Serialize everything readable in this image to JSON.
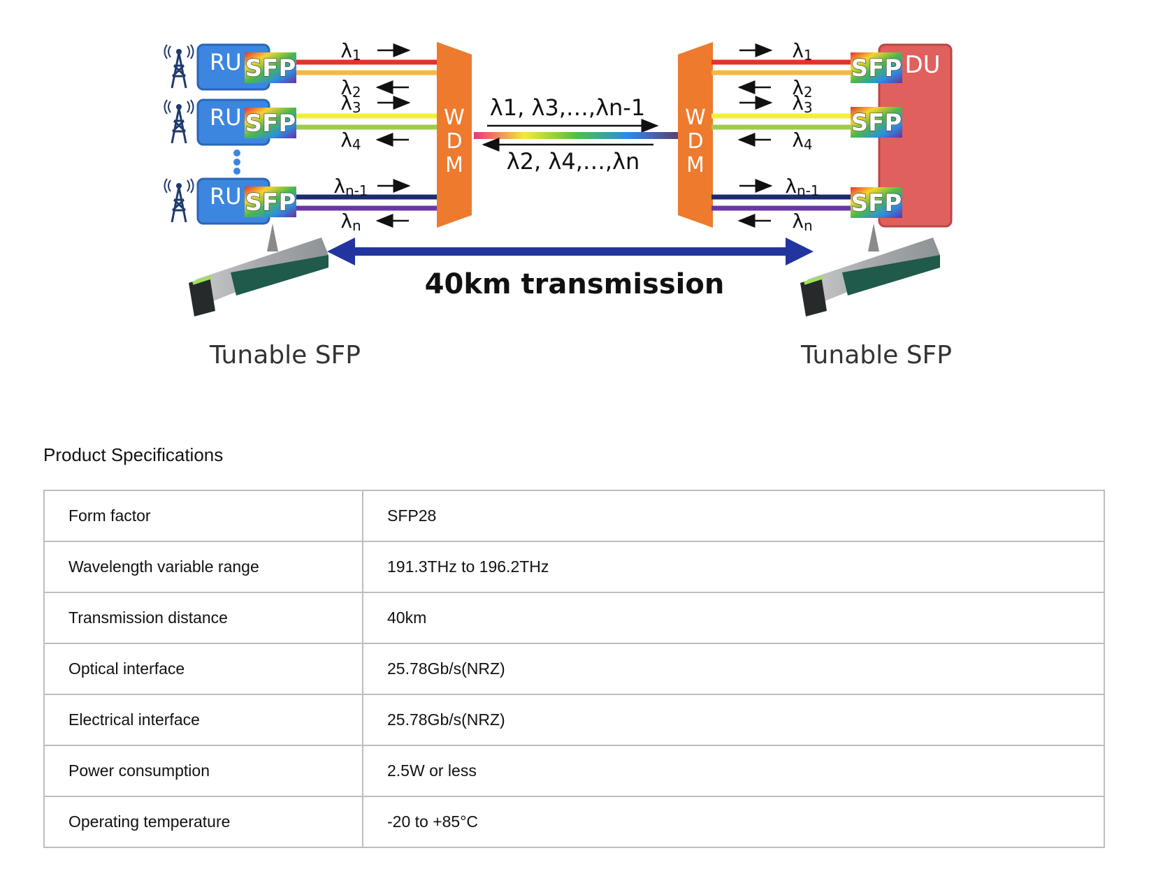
{
  "diagram": {
    "ru_label": "RU",
    "du_label": "DU",
    "sfp_label": "SFP",
    "wdm_letters": [
      "W",
      "D",
      "M"
    ],
    "left_lambdas": [
      {
        "label": "λ",
        "sub": "1",
        "dir": "right",
        "color": "#e8302a"
      },
      {
        "label": "λ",
        "sub": "2",
        "dir": "left",
        "color": "#f5b942"
      },
      {
        "label": "λ",
        "sub": "3",
        "dir": "right",
        "color": "#f2ef3a"
      },
      {
        "label": "λ",
        "sub": "4",
        "dir": "left",
        "color": "#9ccc4e"
      },
      {
        "label": "λ",
        "sub": "n-1",
        "dir": "right",
        "color": "#1c2b6e"
      },
      {
        "label": "λ",
        "sub": "n",
        "dir": "left",
        "color": "#6a35a8"
      }
    ],
    "trunk_top_label": "λ1, λ3,…,λn-1",
    "trunk_bottom_label": "λ2, λ4,…,λn",
    "distance_label": "40km transmission",
    "left_caption": "Tunable SFP",
    "right_caption": "Tunable SFP",
    "colors": {
      "ru_box": "#3d86e0",
      "du_box": "#e0605e",
      "wdm": "#ee7a2e",
      "distance_arrow": "#22349e"
    }
  },
  "specs": {
    "title": "Product Specifications",
    "rows": [
      {
        "key": "Form factor",
        "value": "SFP28"
      },
      {
        "key": "Wavelength variable range",
        "value": "191.3THz to 196.2THz"
      },
      {
        "key": "Transmission distance",
        "value": "40km"
      },
      {
        "key": "Optical interface",
        "value": "25.78Gb/s(NRZ)"
      },
      {
        "key": "Electrical interface",
        "value": "25.78Gb/s(NRZ)"
      },
      {
        "key": "Power consumption",
        "value": "2.5W or less"
      },
      {
        "key": "Operating temperature",
        "value": "-20 to +85°C"
      }
    ]
  }
}
